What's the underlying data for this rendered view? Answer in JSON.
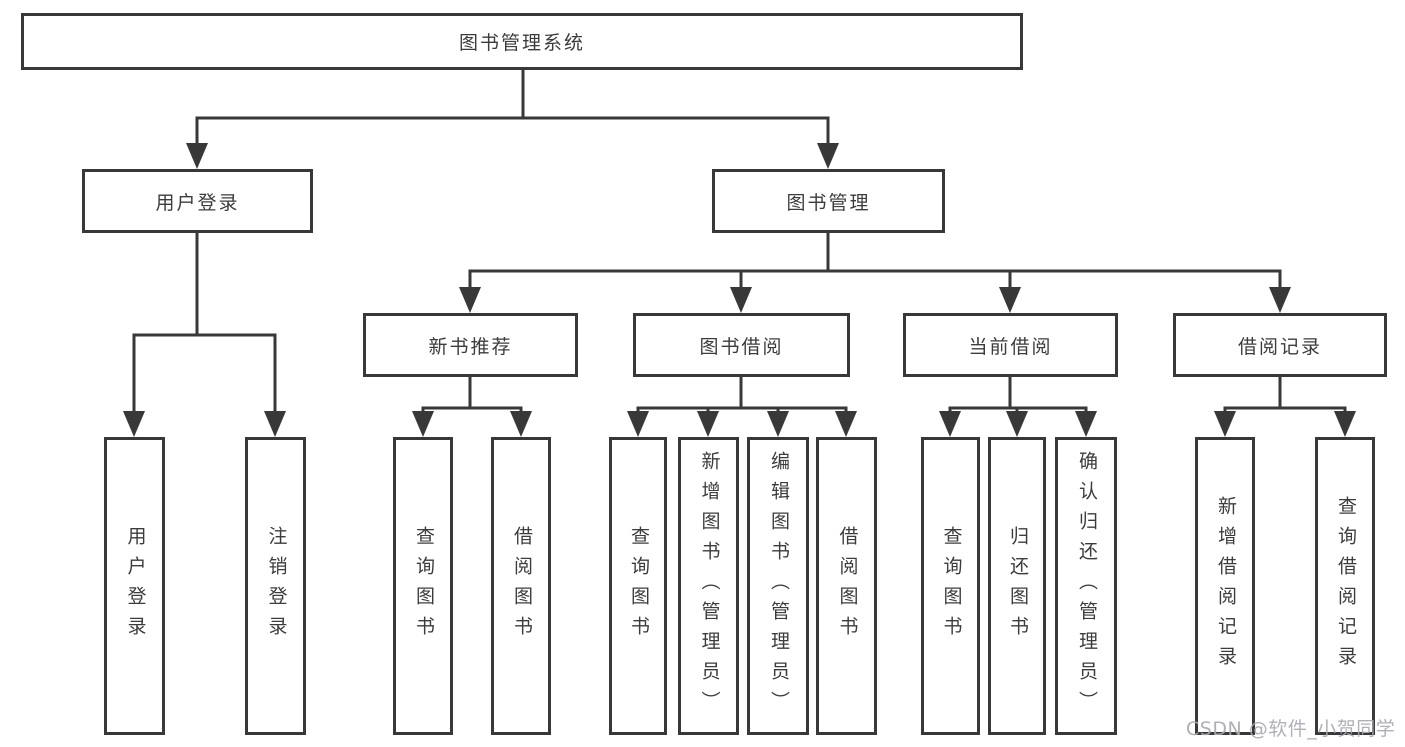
{
  "diagram": {
    "root": "图书管理系统",
    "level2": {
      "user_login": "用户登录",
      "book_mgmt": "图书管理"
    },
    "level3": {
      "new_rec": "新书推荐",
      "borrow": "图书借阅",
      "current": "当前借阅",
      "records": "借阅记录"
    },
    "leaves": {
      "user_login": [
        "用户登录",
        "注销登录"
      ],
      "new_rec": [
        "查询图书",
        "借阅图书"
      ],
      "borrow": [
        "查询图书",
        "新增图书（管理员）",
        "编辑图书（管理员）",
        "借阅图书"
      ],
      "current": [
        "查询图书",
        "归还图书",
        "确认归还（管理员）"
      ],
      "records": [
        "新增借阅记录",
        "查询借阅记录"
      ]
    }
  },
  "watermark": {
    "text": "CSDN @软件_小贺同学"
  },
  "colors": {
    "line": "#383838",
    "box_border": "#383838",
    "text": "#3c3c3c",
    "watermark": "#a9aab2",
    "background": "#ffffff"
  }
}
